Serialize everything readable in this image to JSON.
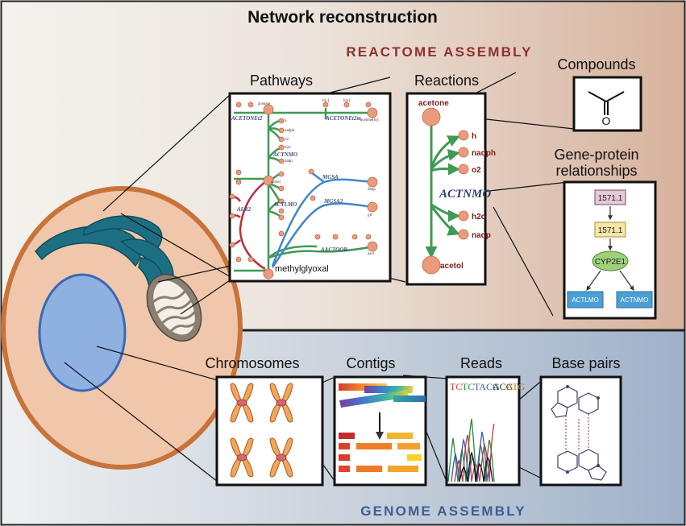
{
  "title": "Network reconstruction",
  "sections": {
    "top": "REACTOME ASSEMBLY",
    "bottom": "GENOME ASSEMBLY"
  },
  "panels": {
    "pathways": "Pathways",
    "reactions": "Reactions",
    "compounds": "Compounds",
    "gene_protein": "Gene-protein relationships",
    "gene_protein_line1": "Gene-protein",
    "gene_protein_line2": "relationships",
    "chromosomes": "Chromosomes",
    "contigs": "Contigs",
    "reads": "Reads",
    "base_pairs": "Base pairs"
  },
  "pathways_map": {
    "reactions": [
      "ACETONEt2",
      "ACETONEt2m",
      "ACTNMO",
      "ALR2",
      "ACTLMO",
      "MGSA",
      "MGSA2",
      "AACTOOR"
    ],
    "metabolites": [
      "acetone",
      "methylglyoxal",
      "h",
      "nadph",
      "o2",
      "h2o",
      "nadp",
      "acetol",
      "dhap",
      "glc",
      "acetone[m]",
      "h[e]",
      "h[c]",
      "aact"
    ],
    "highlight_metabolite": "methylglyoxal"
  },
  "reaction_detail": {
    "name": "ACTNMO",
    "substrate": "acetone",
    "product": "acetol",
    "cofactors_in": [
      "h",
      "nadph",
      "o2"
    ],
    "cofactors_out": [
      "h2o",
      "nadp"
    ]
  },
  "compound": {
    "atom": "O"
  },
  "gene_protein": {
    "gene": "1571.1",
    "transcript": "1571.1",
    "protein": "CYP2E1",
    "reactions": [
      "ACTLMO",
      "ACTNMO"
    ]
  },
  "reads": {
    "sequence": [
      "TC",
      "TC",
      "TACG",
      "ACG",
      "ATG"
    ]
  },
  "colors": {
    "cell_membrane": "#c8733a",
    "cytoplasm": "#f0c7aa",
    "nucleus": "#8fb1e2",
    "er": "#1c6f82",
    "mitochondria": "#8a7f72",
    "node": "#ec9a7c",
    "green_edge": "#3f9a52",
    "blue_edge": "#3f86c9",
    "red_edge": "#b7303d",
    "top_accent": "#8f2f2f",
    "bottom_accent": "#3b5f91"
  }
}
